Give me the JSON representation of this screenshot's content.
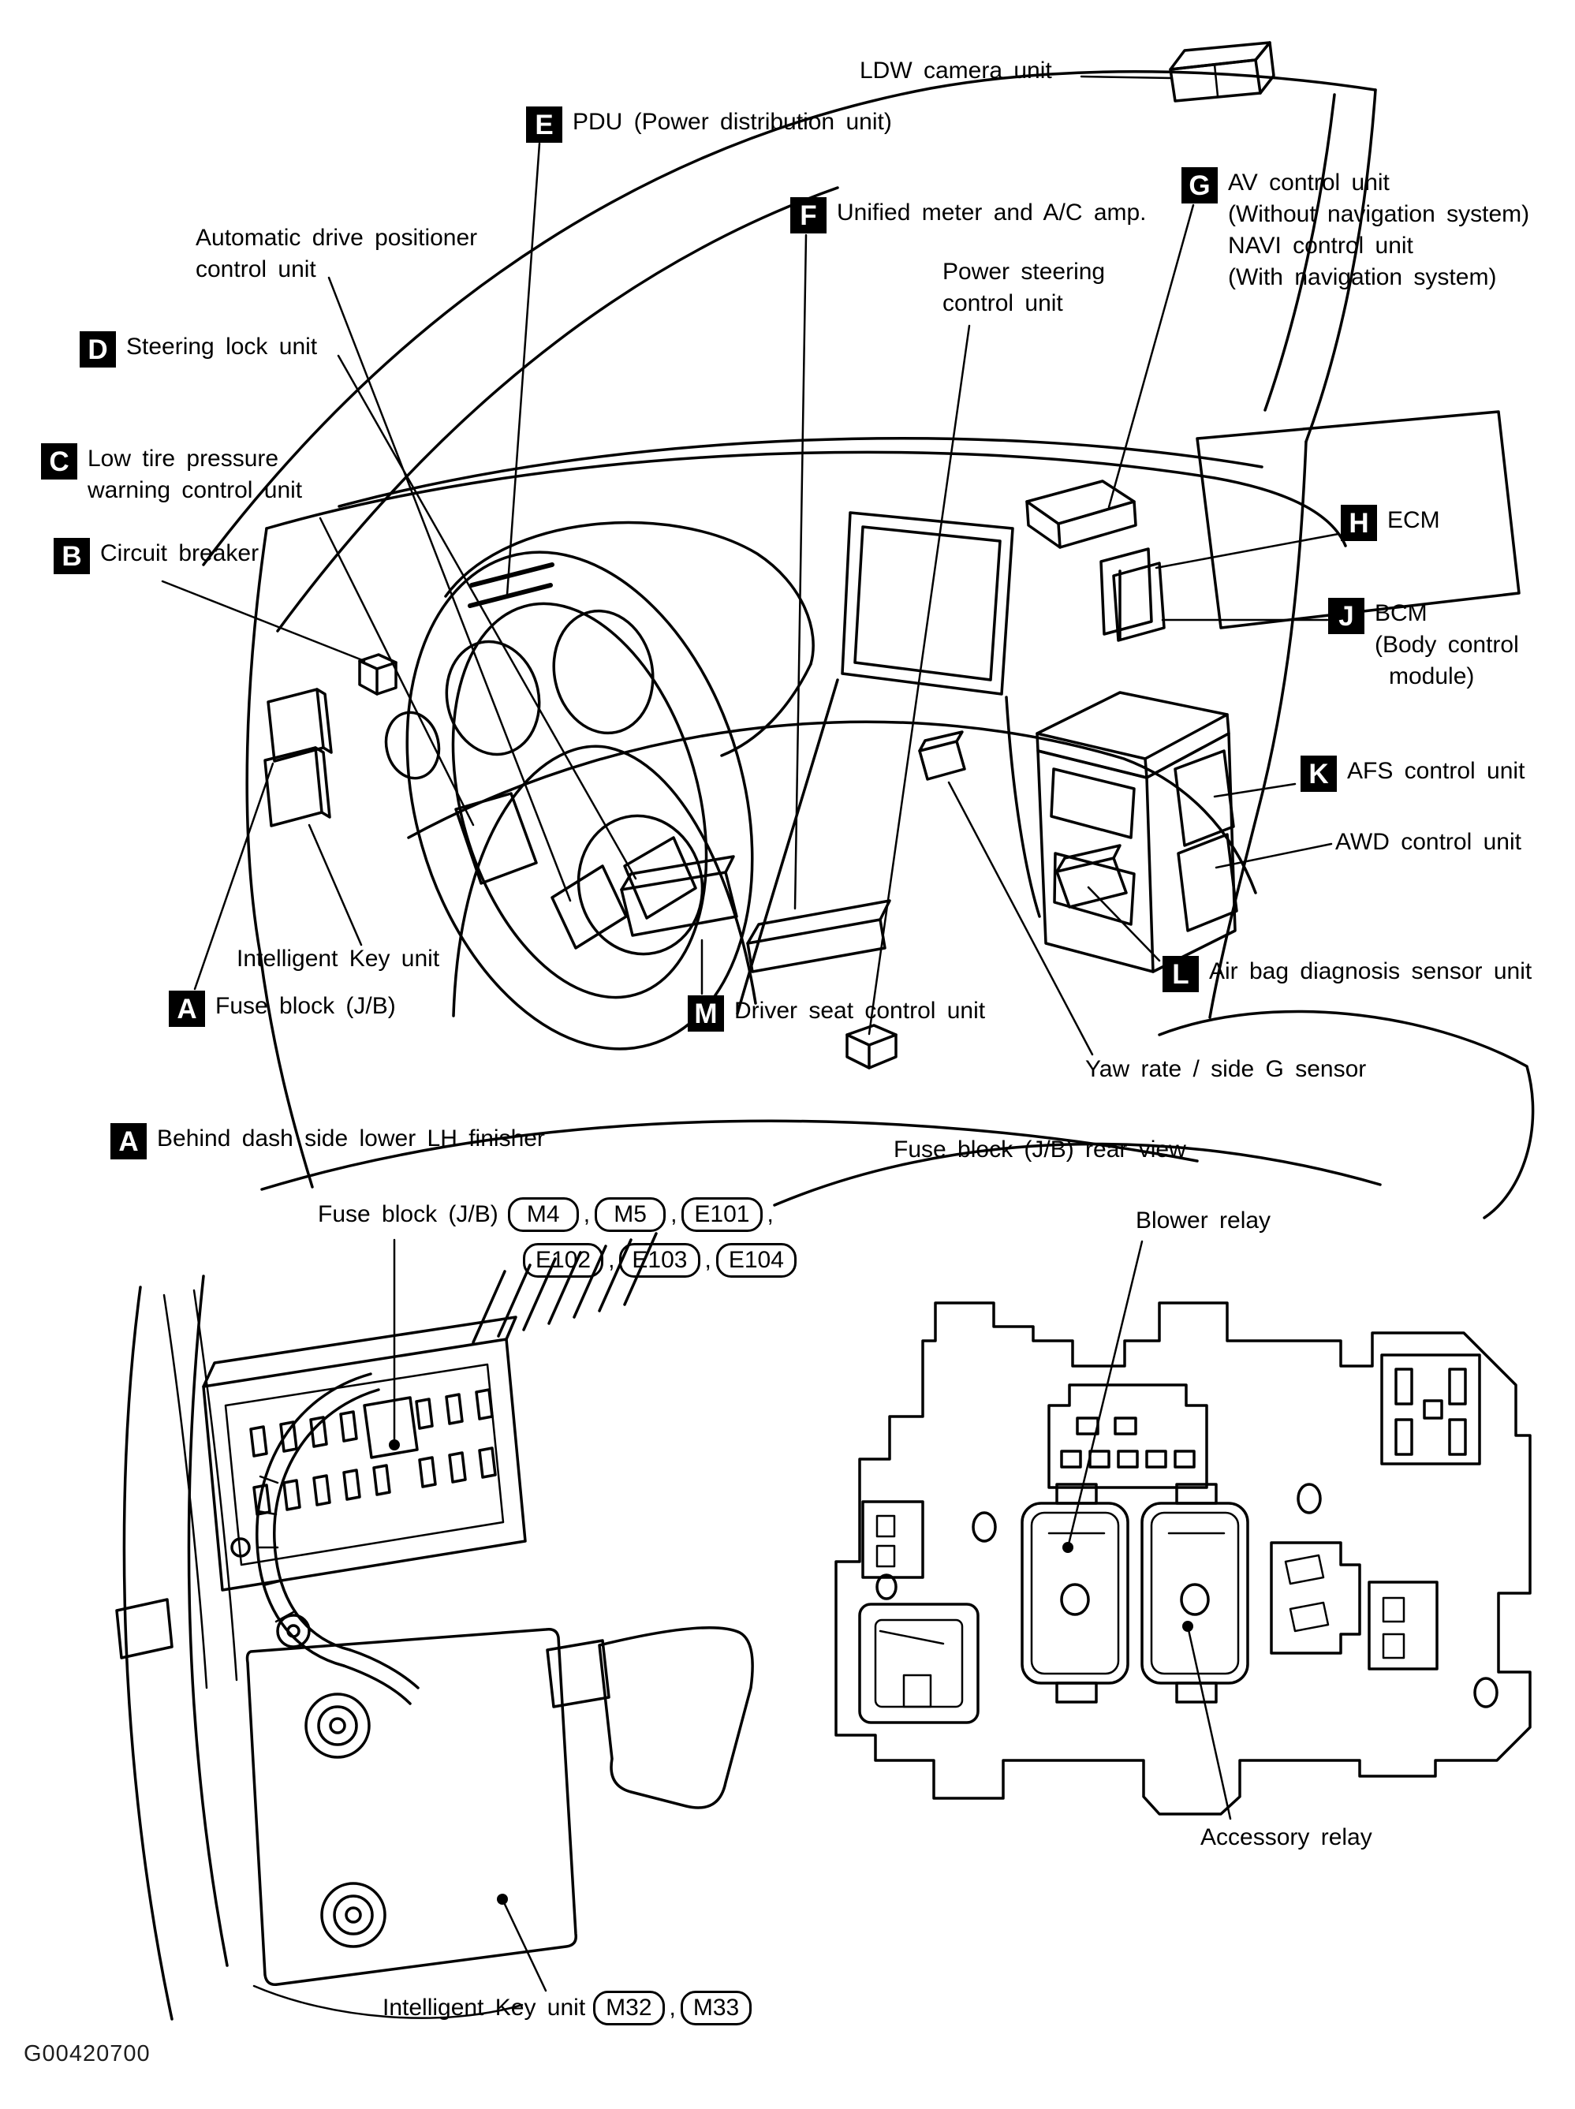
{
  "figure_code": "G00420700",
  "punct": {
    "comma": ","
  },
  "main": {
    "callouts": {
      "ldw": {
        "text": "LDW camera unit"
      },
      "pdu": {
        "letter": "E",
        "text": "PDU (Power distribution unit)"
      },
      "unified_meter": {
        "letter": "F",
        "text": "Unified meter and A/C amp."
      },
      "av": {
        "letter": "G",
        "line1": "AV control unit",
        "line2": "(Without navigation system)",
        "line3": "NAVI control unit",
        "line4": "(With navigation system)"
      },
      "power_steering": {
        "line1": "Power steering",
        "line2": "control unit"
      },
      "adp": {
        "line1": "Automatic drive positioner",
        "line2": "control unit"
      },
      "steering_lock": {
        "letter": "D",
        "text": "Steering lock unit"
      },
      "low_tire": {
        "letter": "C",
        "line1": "Low tire pressure",
        "line2": "warning control unit"
      },
      "circuit_breaker": {
        "letter": "B",
        "text": "Circuit breaker"
      },
      "ecm": {
        "letter": "H",
        "text": "ECM"
      },
      "bcm": {
        "letter": "J",
        "line1": "BCM",
        "line2": "(Body control",
        "line3": "module)"
      },
      "afs": {
        "letter": "K",
        "text": "AFS control unit"
      },
      "awd": {
        "text": "AWD control unit"
      },
      "airbag": {
        "letter": "L",
        "text": "Air bag diagnosis sensor unit"
      },
      "intelligent_key": {
        "text": "Intelligent Key unit"
      },
      "fuse_block": {
        "letter": "A",
        "text": "Fuse block (J/B)"
      },
      "driver_seat": {
        "letter": "M",
        "text": "Driver seat control unit"
      },
      "yaw_rate": {
        "text": "Yaw rate / side G sensor"
      }
    }
  },
  "section_a": {
    "heading": {
      "letter": "A",
      "text": "Behind dash side lower LH finisher"
    },
    "fuse_block_label": "Fuse block (J/B)",
    "connector_row1": [
      "M4",
      "M5",
      "E101"
    ],
    "connector_row2": [
      "E102",
      "E103",
      "E104"
    ],
    "intelligent_key_label": "Intelligent Key unit",
    "intelligent_key_connectors": [
      "M32",
      "M33"
    ]
  },
  "rear_view": {
    "heading": "Fuse block (J/B) rear view",
    "blower_relay": "Blower relay",
    "accessory_relay": "Accessory relay"
  }
}
